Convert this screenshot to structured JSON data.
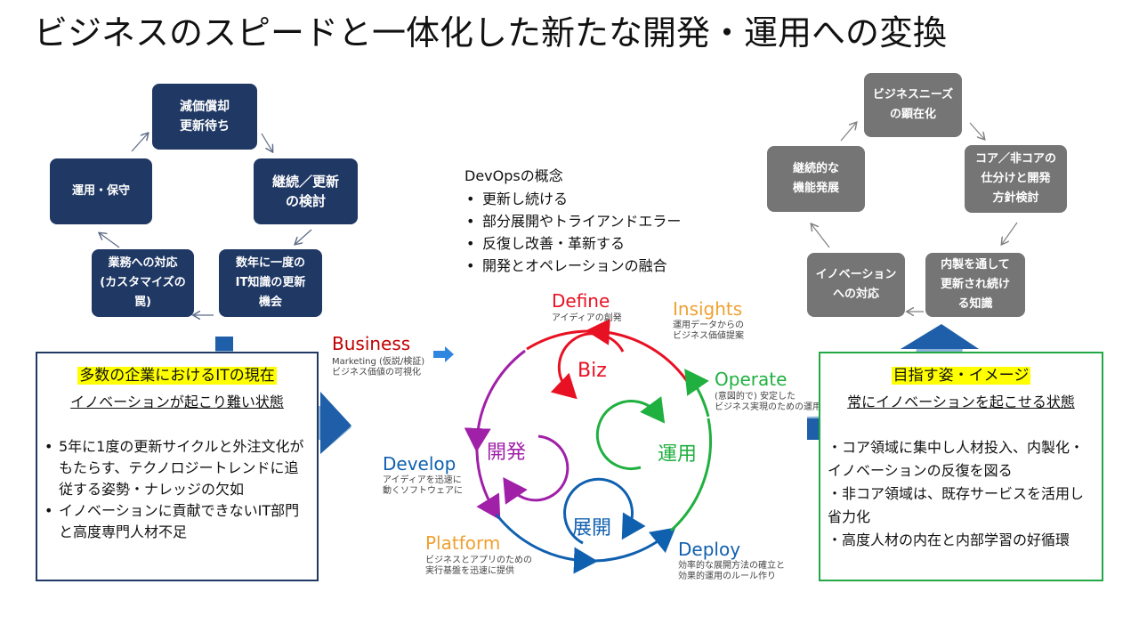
{
  "title": "ビジネスのスピードと一体化した新たな開発・運用への変換",
  "left_cycle": {
    "top": [
      "減価償却",
      "更新待ち"
    ],
    "right": [
      "継続／更新",
      "の検討"
    ],
    "bottom_right": [
      "数年に一度の",
      "IT知識の更新",
      "機会"
    ],
    "bottom_left": [
      "業務への対応",
      "(カスタマイズの",
      "罠)"
    ],
    "left": [
      "運用・保守"
    ]
  },
  "right_cycle": {
    "top": [
      "ビジネスニーズ",
      "の顕在化"
    ],
    "right": [
      "コア／非コアの",
      "仕分けと開発",
      "方針検討"
    ],
    "bottom_right": [
      "内製を通して",
      "更新され続け",
      "る知識"
    ],
    "bottom_left": [
      "イノベーション",
      "への対応"
    ],
    "left": [
      "継続的な",
      "機能発展"
    ]
  },
  "devops": {
    "heading": "DevOpsの概念",
    "items": [
      "更新し続ける",
      "部分展開やトライアンドエラー",
      "反復し改善・革新する",
      "開発とオペレーションの融合"
    ]
  },
  "stages": {
    "business": {
      "title": "Business",
      "desc": [
        "Marketing (仮説/検証)",
        "ビジネス価値の可視化"
      ]
    },
    "define": {
      "title": "Define",
      "desc": [
        "アイディアの創発"
      ]
    },
    "insights": {
      "title": "Insights",
      "desc": [
        "運用データからの",
        "ビジネス価値提案"
      ]
    },
    "operate": {
      "title": "Operate",
      "desc": [
        "(意図的で) 安定した",
        "ビジネス実現のための運用"
      ]
    },
    "develop": {
      "title": "Develop",
      "desc": [
        "アイディアを迅速に",
        "動くソフトウェアに"
      ]
    },
    "platform": {
      "title": "Platform",
      "desc": [
        "ビジネスとアプリのための",
        "実行基盤を迅速に提供"
      ]
    },
    "deploy": {
      "title": "Deploy",
      "desc": [
        "効率的な展開方法の確立と",
        "効果的運用のルール作り"
      ]
    }
  },
  "inner_loops": {
    "biz": "Biz",
    "dev": "開発",
    "ops": "運用",
    "deploy": "展開"
  },
  "left_panel": {
    "heading": "多数の企業におけるITの現在",
    "subheading": "イノベーションが起こり難い状態",
    "bullets": [
      "5年に1度の更新サイクルと外注文化がもたらす、テクノロジートレンドに追従する姿勢・ナレッジの欠如",
      "イノベーションに貢献できないIT部門と高度専門人材不足"
    ]
  },
  "right_panel": {
    "heading": "目指す姿・イメージ",
    "subheading": "常にイノベーションを起こせる状態",
    "lines": [
      "・コア領域に集中し人材投入、内製化・イノベーションの反復を図る",
      "・非コア領域は、既存サービスを活用し省力化",
      "・高度人材の内在と内部学習の好循環"
    ]
  },
  "colors": {
    "navy": "#1f3864",
    "grey": "#757575",
    "red": "#e81123",
    "purple": "#a020a8",
    "green": "#20b040",
    "blue": "#1060b0",
    "orange": "#f0a030",
    "dark_red": "#c00000",
    "arrow_blue": "#2e75b6",
    "panel_green": "#22a845"
  }
}
